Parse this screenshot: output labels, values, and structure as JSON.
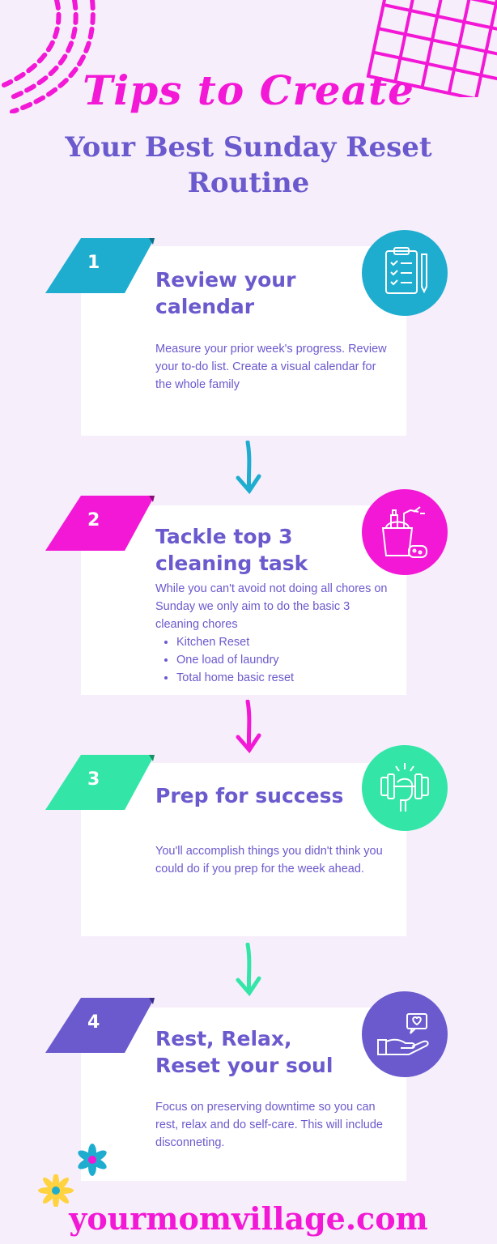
{
  "header": {
    "script_title": "Tips to Create",
    "main_title": "Your Best Sunday Reset Routine"
  },
  "steps": [
    {
      "number": "1",
      "title": "Review your calendar",
      "body": "Measure your prior week's progress.  Review your to-do list.  Create a visual calendar for the whole family",
      "icon": "clipboard-checklist-icon",
      "color": "#1fadcf"
    },
    {
      "number": "2",
      "title": "Tackle top 3 cleaning task",
      "body": "While you can't avoid not doing all chores on Sunday we only aim to do the basic 3 cleaning chores",
      "bullets": [
        "Kitchen Reset",
        "One load of laundry",
        "Total home basic reset"
      ],
      "icon": "cleaning-supplies-icon",
      "color": "#f218d6"
    },
    {
      "number": "3",
      "title": "Prep for success",
      "body": "You'll accomplish things you didn't think you could do if you prep for the week ahead.",
      "icon": "dumbbell-hand-icon",
      "color": "#33e6a8"
    },
    {
      "number": "4",
      "title": "Rest, Relax, Reset your soul",
      "body": "Focus on preserving downtime so you can rest, relax and do self-care.  This will include disconneting.",
      "icon": "heart-hand-icon",
      "color": "#6a5acd"
    }
  ],
  "footer": {
    "site": "yourmomvillage.com"
  },
  "colors": {
    "background": "#f7eefb",
    "title": "#6a5acd",
    "accent": "#f218d6"
  }
}
